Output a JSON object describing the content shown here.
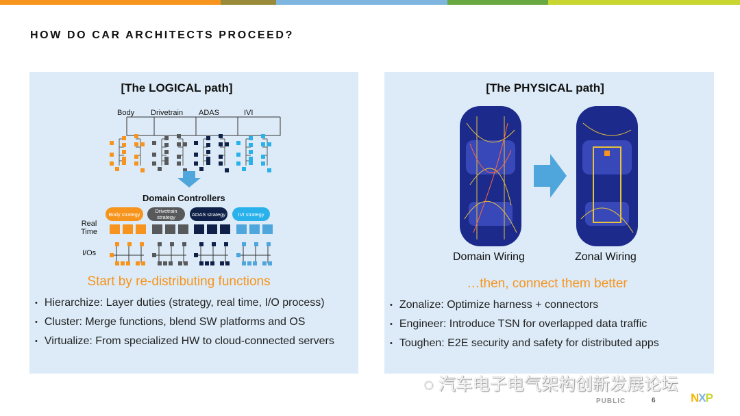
{
  "header": {
    "title": "HOW DO CAR ARCHITECTS PROCEED?",
    "colors": [
      "#f7941d",
      "#9a8b3a",
      "#7fb6e0",
      "#6aa842",
      "#c9d631"
    ]
  },
  "left": {
    "title": "[The LOGICAL path]",
    "domains": [
      "Body",
      "Drivetrain",
      "ADAS",
      "IVI"
    ],
    "domain_controllers": "Domain Controllers",
    "strategies": [
      "Body strategy",
      "Drivetrain strategy",
      "ADAS strategy",
      "IVI strategy"
    ],
    "real_time": "Real Time",
    "ios": "I/Os",
    "subtitle": "Start by re-distributing functions",
    "bullets": [
      "Hierarchize: Layer duties (strategy, real time, I/O process)",
      "Cluster: Merge functions, blend SW platforms and OS",
      "Virtualize: From specialized HW to cloud-connected servers"
    ],
    "domain_colors": [
      "#f7941d",
      "#58595b",
      "#0f2148",
      "#3fa9e6"
    ]
  },
  "right": {
    "title": "[The PHYSICAL path]",
    "captions": [
      "Domain Wiring",
      "Zonal Wiring"
    ],
    "subtitle": "…then, connect them better",
    "bullets": [
      "Zonalize: Optimize harness + connectors",
      "Engineer: Introduce TSN for overlapped data traffic",
      "Toughen: E2E security and safety for distributed apps"
    ]
  },
  "footer": {
    "watermark": "汽车电子电气架构创新发展论坛",
    "classification": "PUBLIC",
    "page": "6",
    "logo": "NXP"
  }
}
